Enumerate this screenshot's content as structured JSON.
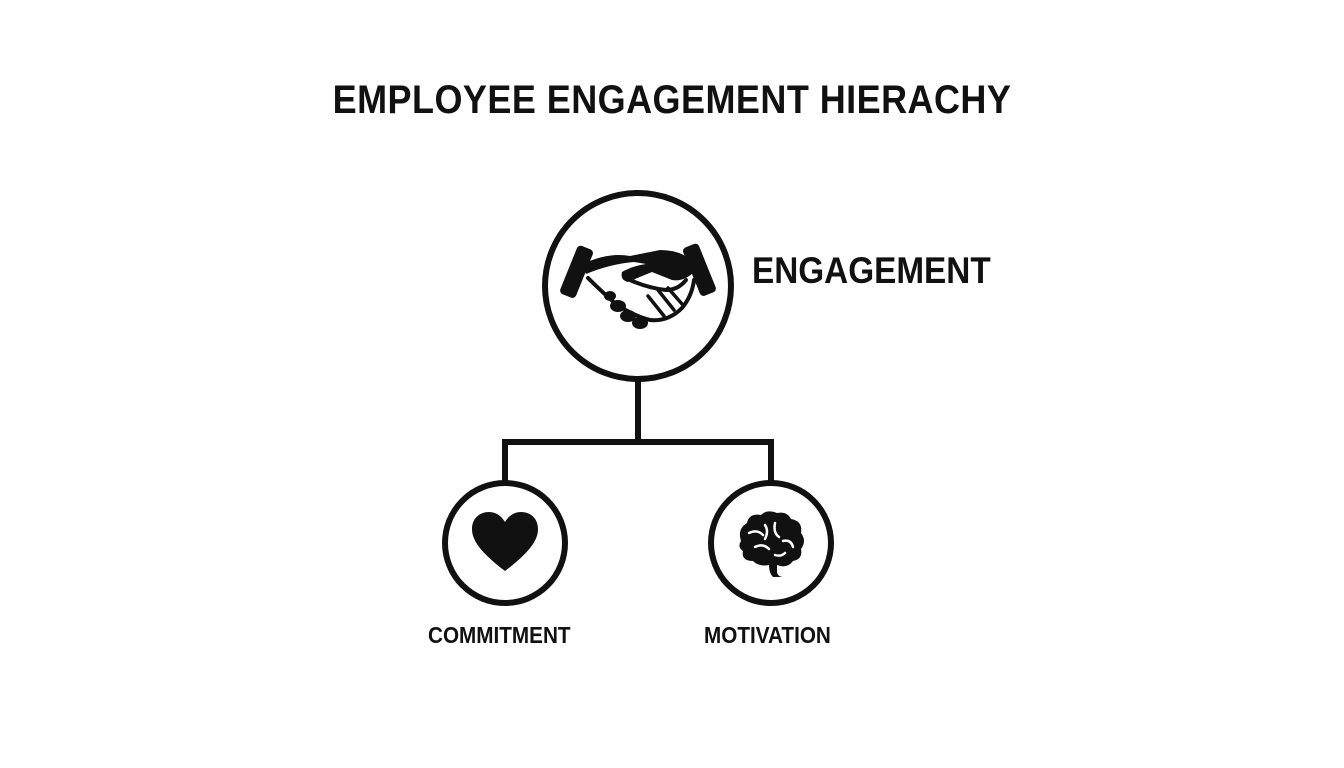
{
  "title": "EMPLOYEE ENGAGEMENT HIERACHY",
  "nodes": {
    "root": {
      "label": "ENGAGEMENT",
      "icon": "handshake-icon"
    },
    "left": {
      "label": "COMMITMENT",
      "icon": "heart-icon"
    },
    "right": {
      "label": "MOTIVATION",
      "icon": "brain-icon"
    }
  },
  "colors": {
    "stroke": "#111111",
    "background": "#ffffff"
  }
}
